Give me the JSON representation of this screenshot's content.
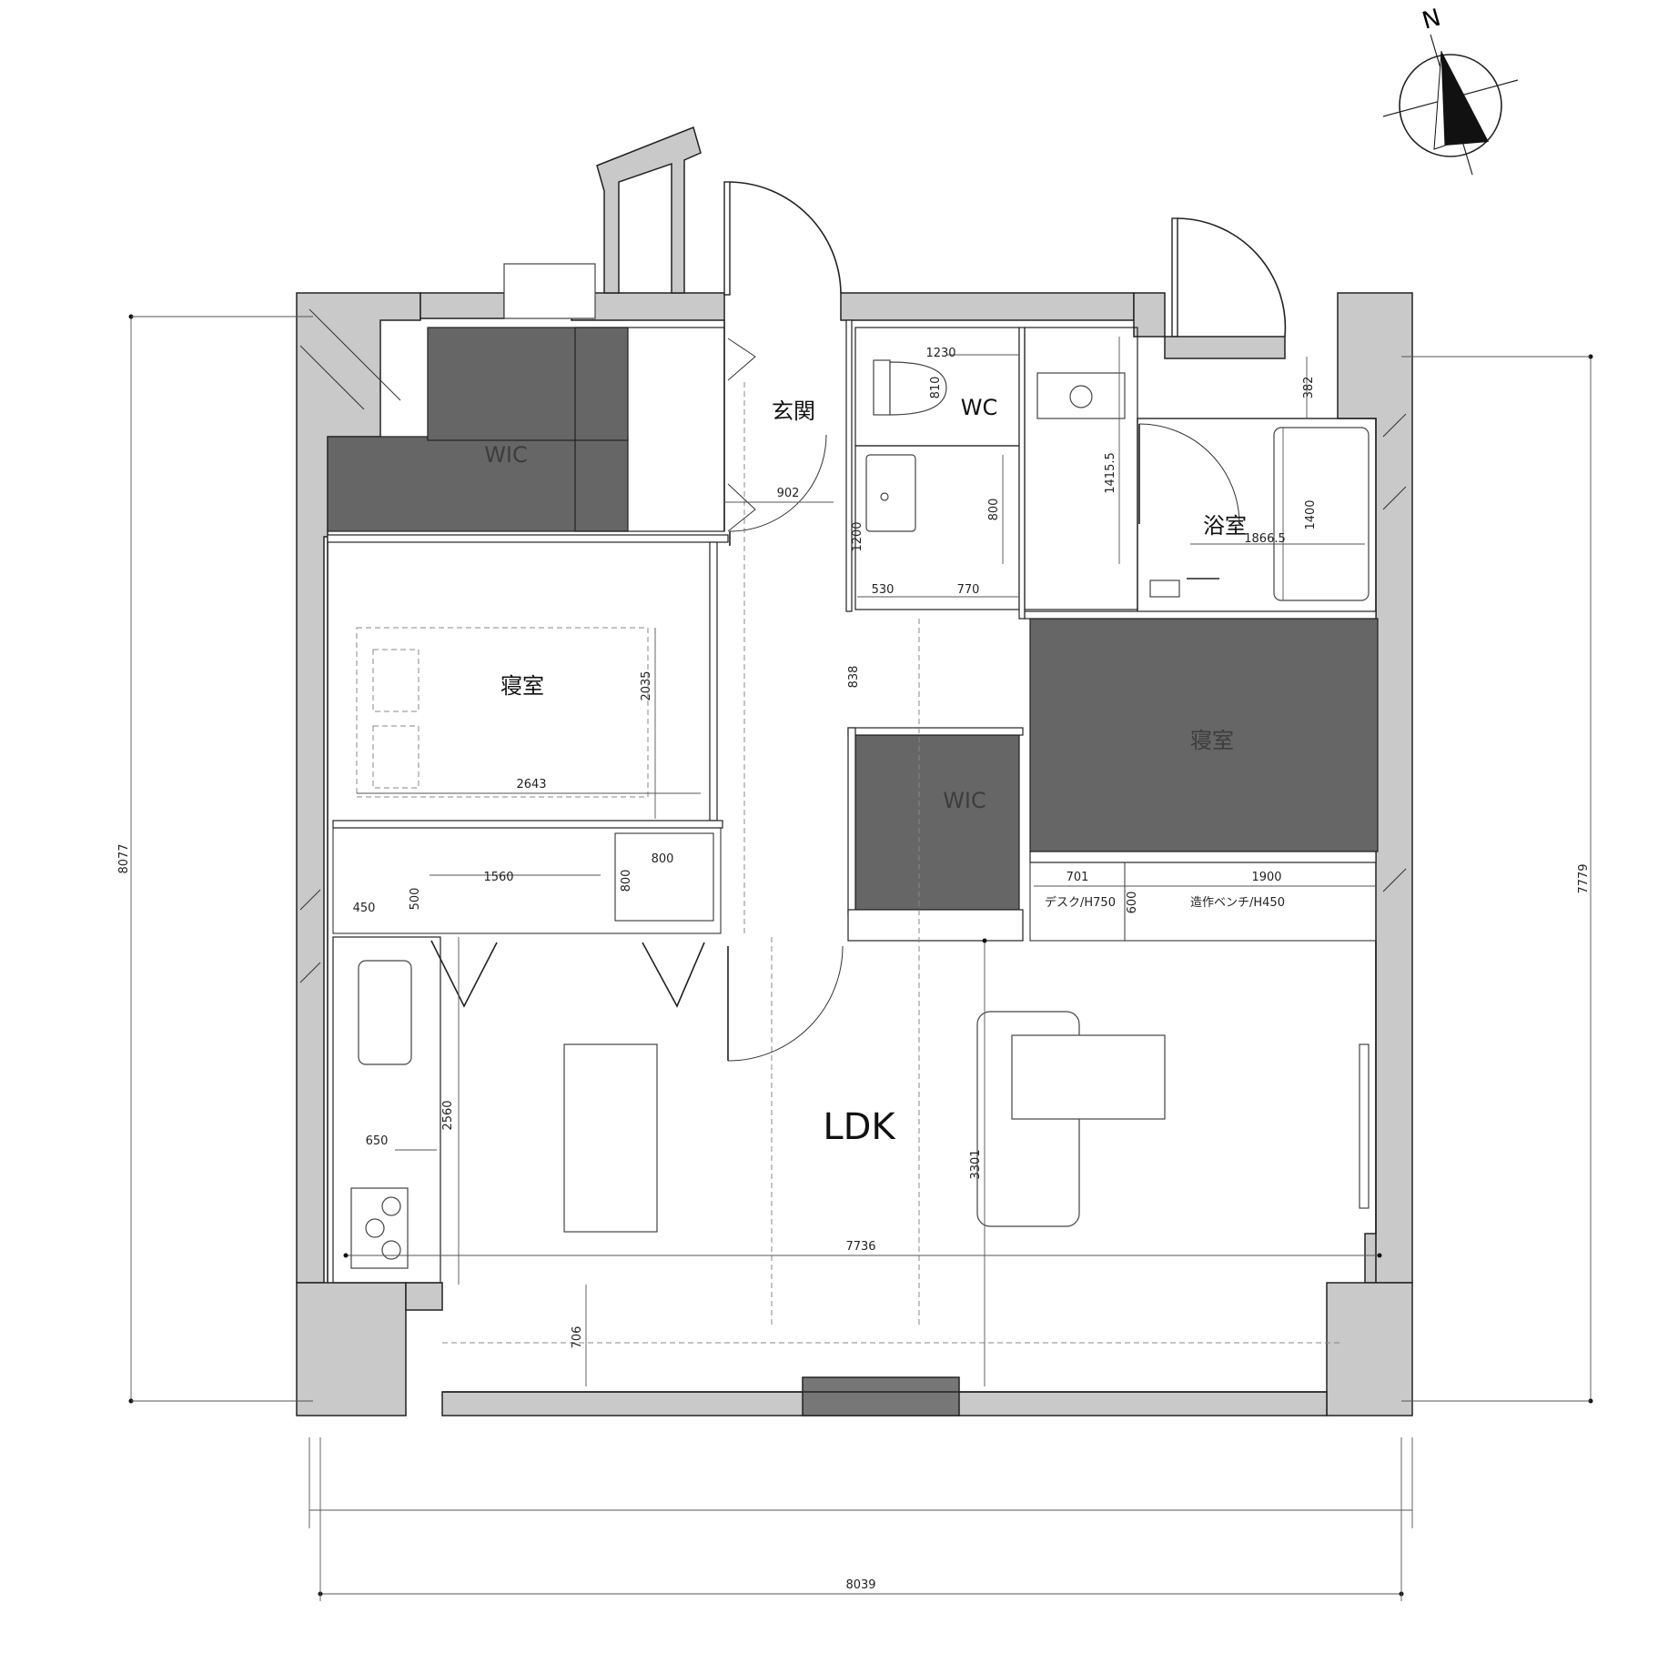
{
  "rooms": {
    "wic_nw": "WIC",
    "bedroom_west": "寝室",
    "entrance": "玄関",
    "wc": "WC",
    "bathroom": "浴室",
    "bedroom_east": "寝室",
    "wic_center": "WIC",
    "ldk": "LDK"
  },
  "labels": {
    "desk": "デスク/H750",
    "bench": "造作ベンチ/H450"
  },
  "compass": {
    "north": "N"
  },
  "dimensions": {
    "d8077": "8077",
    "d7779": "7779",
    "d8039": "8039",
    "d7736": "7736",
    "d1230": "1230",
    "d810": "810",
    "d382": "382",
    "d1415_5": "1415.5",
    "d1400": "1400",
    "d1866_5": "1866.5",
    "d902": "902",
    "d800a": "800",
    "d1200": "1200",
    "d530": "530",
    "d770": "770",
    "d838": "838",
    "d2035": "2035",
    "d2643": "2643",
    "d800b": "800",
    "d800c": "800",
    "d1560": "1560",
    "d500": "500",
    "d450": "450",
    "d701": "701",
    "d1900": "1900",
    "d600": "600",
    "d2560": "2560",
    "d650": "650",
    "d3301": "3301",
    "d706": "706"
  },
  "colors": {
    "wall": "#c9c9c9",
    "dark_room": "#666666",
    "line": "#222222"
  }
}
